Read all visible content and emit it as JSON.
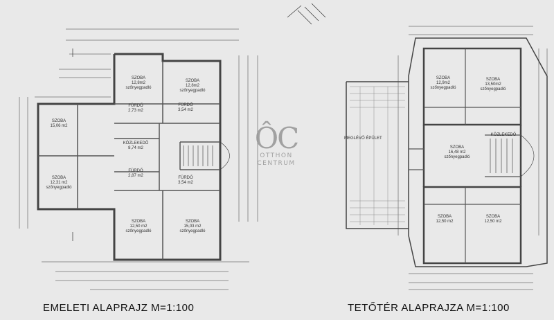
{
  "titles": {
    "left": "EMELETI ALAPRAJZ M=1:100",
    "right": "TETŐTÉR ALAPRAJZA M=1:100"
  },
  "watermark": {
    "mark": "ÔC",
    "line1": "OTTHON",
    "line2": "CENTRUM"
  },
  "left_plan": {
    "rooms": [
      {
        "name": "SZOBA",
        "area": "12,8m2",
        "floor": "szőnyegpadló"
      },
      {
        "name": "SZOBA",
        "area": "12,8m2",
        "floor": "szőnyegpadló"
      },
      {
        "name": "FÜRDŐ",
        "area": "2,73 m2"
      },
      {
        "name": "FÜRDŐ",
        "area": "3,54 m2"
      },
      {
        "name": "SZOBA",
        "area": "15,06 m2"
      },
      {
        "name": "KÖZLEKEDŐ",
        "area": "8,74 m2"
      },
      {
        "name": "SZOBA",
        "area": "12,31 m2",
        "floor": "szőnyegpadló"
      },
      {
        "name": "FÜRDŐ",
        "area": "2,87 m2"
      },
      {
        "name": "FÜRDŐ",
        "area": "3,54 m2"
      },
      {
        "name": "SZOBA",
        "area": "12,50 m2",
        "floor": "szőnyegpadló"
      },
      {
        "name": "SZOBA",
        "area": "15,03 m2",
        "floor": "szőnyegpadló"
      }
    ]
  },
  "right_plan": {
    "rooms": [
      {
        "name": "SZOBA",
        "area": "12,9m2",
        "floor": "szőnyegpadló"
      },
      {
        "name": "SZOBA",
        "area": "13,50m2",
        "floor": "szőnyegpadló"
      },
      {
        "name": "SZOBA",
        "area": "16,48 m2",
        "floor": "szőnyegpadló"
      },
      {
        "name": "MEGLÉVŐ ÉPÜLET"
      },
      {
        "name": "KÖZLEKEDŐ"
      },
      {
        "name": "SZOBA",
        "area": "12,50 m2"
      },
      {
        "name": "SZOBA",
        "area": "12,50 m2"
      }
    ]
  }
}
